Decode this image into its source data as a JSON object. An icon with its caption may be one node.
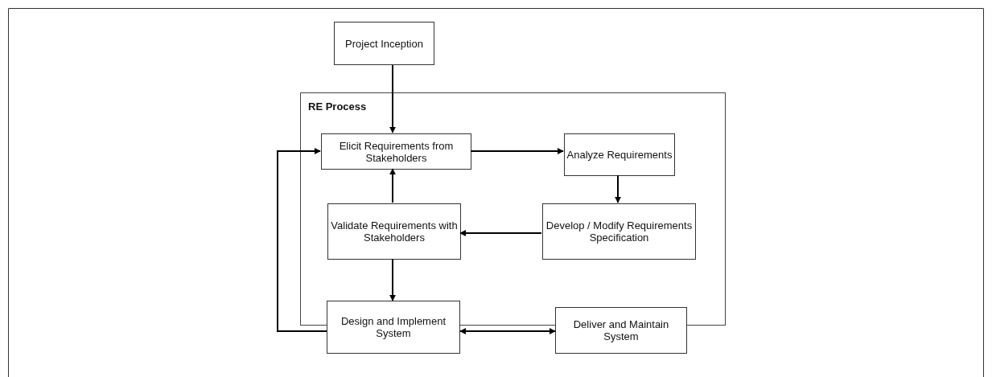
{
  "diagram": {
    "nodes": [
      {
        "text": [
          "Project Inception"
        ]
      },
      {
        "text": [
          "RE Process"
        ]
      },
      {
        "text": [
          "Elicit Requirements from Stakeholders"
        ],
        "in": 1
      },
      {
        "text": [
          "Analyze Requirements"
        ],
        "in": 1
      },
      {
        "text": [
          "Develop / Modify Requirements Specification"
        ],
        "in": 1
      },
      {
        "text": [
          "Validate Requirements with Stakeholders"
        ],
        "in": 1
      },
      {
        "text": [
          "Design and Implement System"
        ]
      },
      {
        "text": [
          "Deliver and Maintain System"
        ]
      }
    ],
    "edges": [
      {
        "from": 0,
        "to": 2,
        "arrow": "to"
      },
      {
        "from": 2,
        "to": 3,
        "arrow": "to"
      },
      {
        "from": 3,
        "to": 4,
        "arrow": "to"
      },
      {
        "from": 4,
        "to": 5,
        "arrow": "to"
      },
      {
        "from": 5,
        "to": 2,
        "arrow": "to"
      },
      {
        "from": 5,
        "to": 6,
        "arrow": "to"
      },
      {
        "from": 6,
        "to": 2,
        "arrow": "to"
      },
      {
        "from": 6,
        "to": 7,
        "arrow": "both"
      }
    ]
  }
}
